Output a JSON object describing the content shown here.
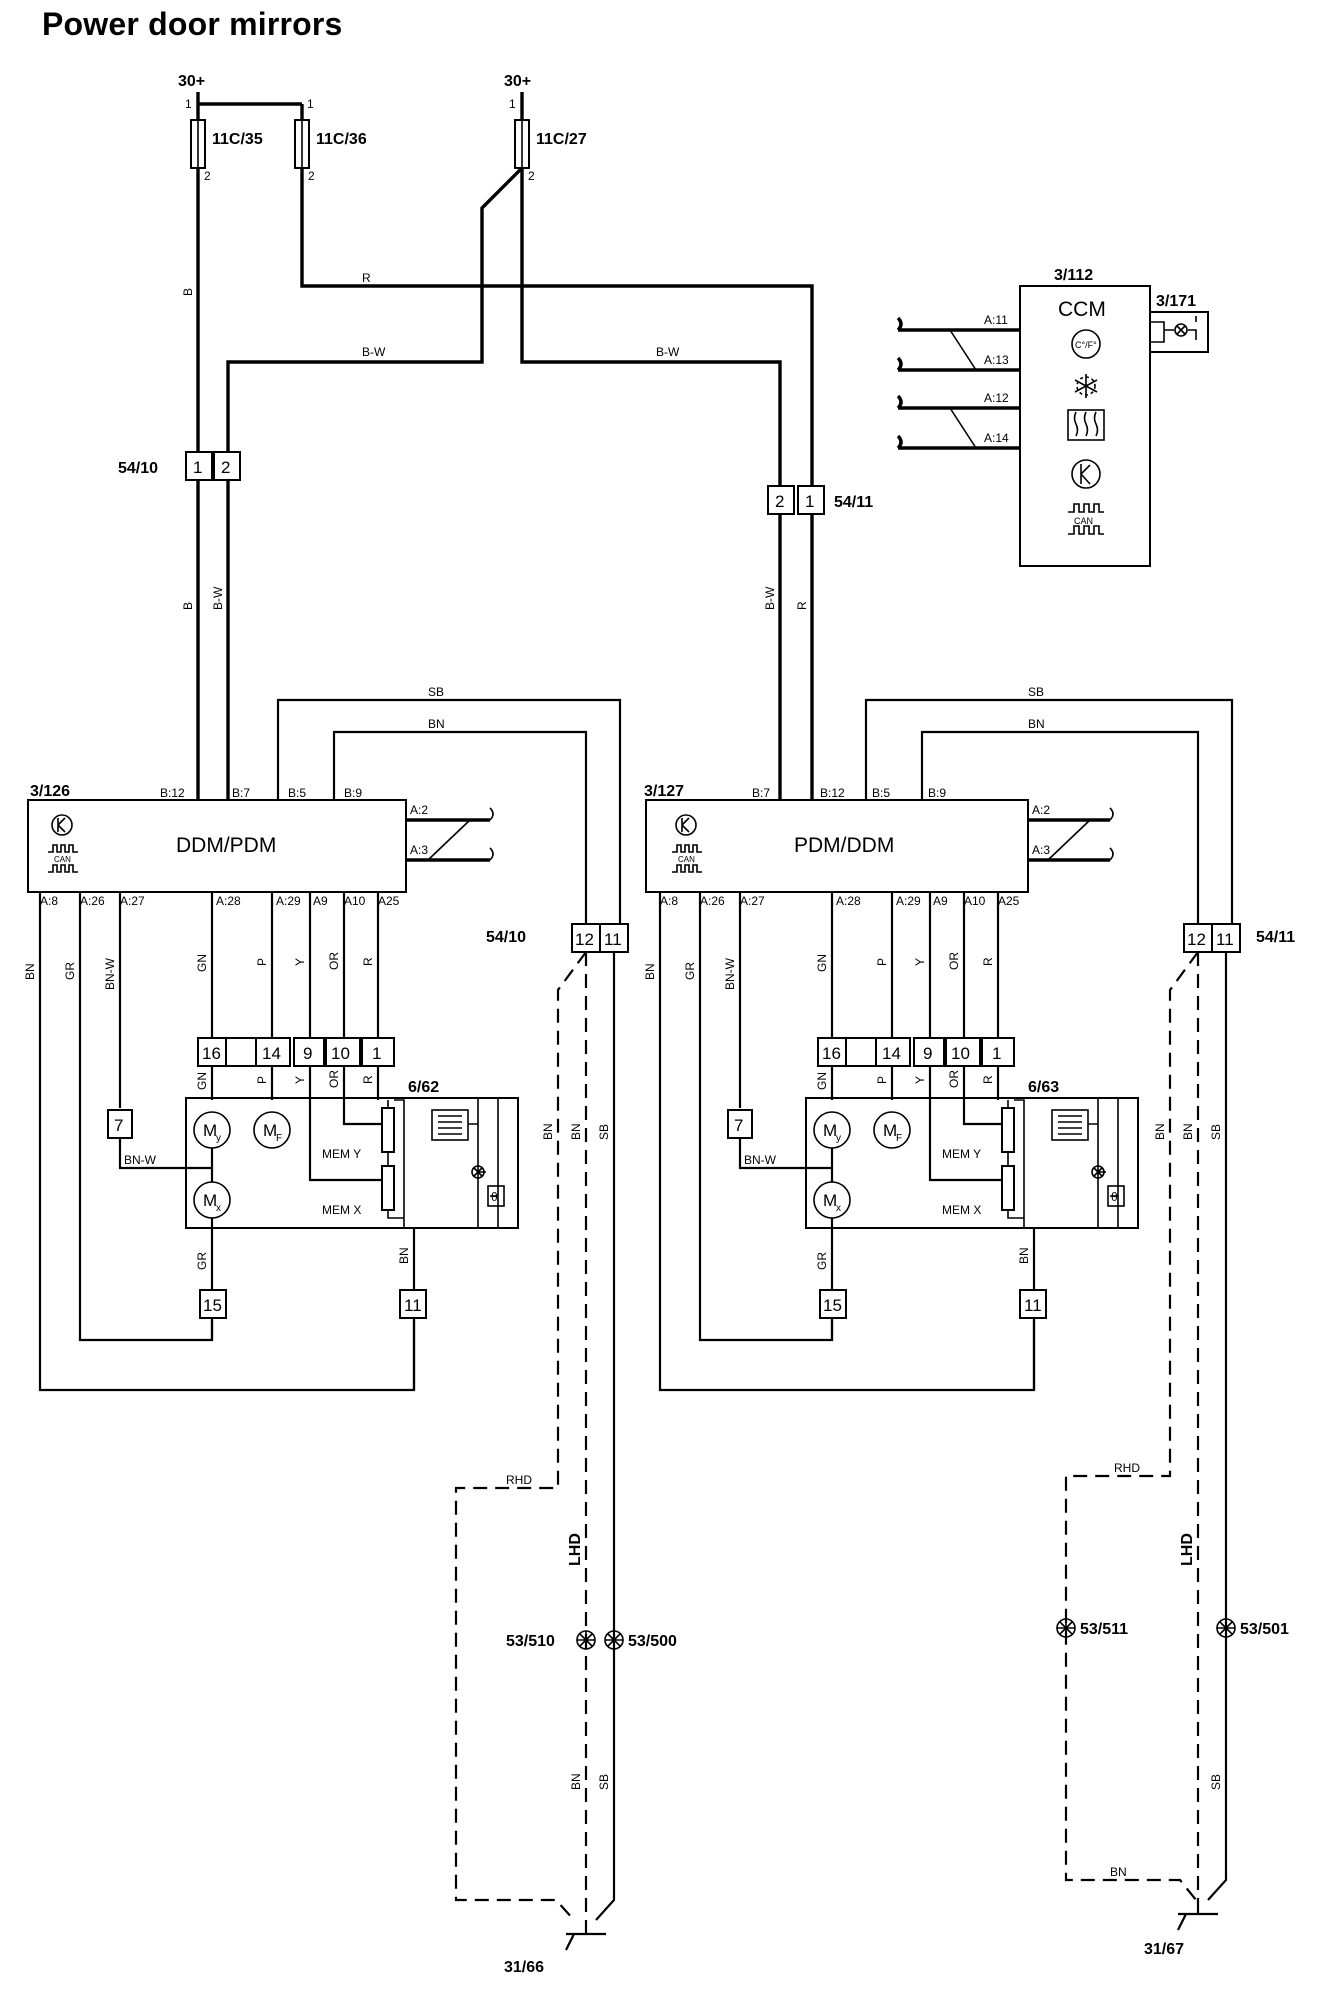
{
  "title": "Power door mirrors",
  "supplies": {
    "left": "30+",
    "right": "30+"
  },
  "fuses": {
    "f35": "11C/35",
    "f36": "11C/36",
    "f27": "11C/27",
    "pin1": "1",
    "pin2": "2"
  },
  "connectors": {
    "c5410": "54/10",
    "c5411": "54/11",
    "pin1": "1",
    "pin2": "2",
    "pin11": "11",
    "pin12": "12",
    "mirror_pins": [
      "16",
      "14",
      "9",
      "10",
      "1"
    ],
    "pin7": "7",
    "pin15": "15"
  },
  "modules": {
    "left_id": "3/126",
    "left_name": "DDM/PDM",
    "right_id": "3/127",
    "right_name": "PDM/DDM",
    "ccm_id": "3/112",
    "ccm_name": "CCM",
    "ccm_sub": "3/171"
  },
  "mirrors": {
    "left_id": "6/62",
    "right_id": "6/63",
    "mem_y": "MEM Y",
    "mem_x": "MEM X"
  },
  "pins": {
    "b12": "B:12",
    "b7": "B:7",
    "b5": "B:5",
    "b9": "B:9",
    "a2": "A:2",
    "a3": "A:3",
    "a8": "A:8",
    "a26": "A:26",
    "a27": "A:27",
    "a28": "A:28",
    "a29": "A:29",
    "a9": "A9",
    "a10": "A10",
    "a25": "A25",
    "a11": "A:11",
    "a13": "A:13",
    "a12": "A:12",
    "a14": "A:14"
  },
  "wire_colors": {
    "b": "B",
    "bw": "B-W",
    "r": "R",
    "sb": "SB",
    "bn": "BN",
    "gr": "GR",
    "bnw": "BN-W",
    "gn": "GN",
    "p": "P",
    "y": "Y",
    "or": "OR"
  },
  "variants": {
    "rhd": "RHD",
    "lhd": "LHD"
  },
  "splices": {
    "s510": "53/510",
    "s500": "53/500",
    "s511": "53/511",
    "s501": "53/501"
  },
  "grounds": {
    "g66": "31/66",
    "g67": "31/67"
  },
  "icons": [
    "control-module-icon",
    "can-bus-icon",
    "motor-icon",
    "heater-icon",
    "lamp-icon",
    "thermostat-icon",
    "temperature-icon",
    "ac-snowflake-icon",
    "rear-defrost-icon",
    "splice-icon",
    "ground-icon"
  ]
}
